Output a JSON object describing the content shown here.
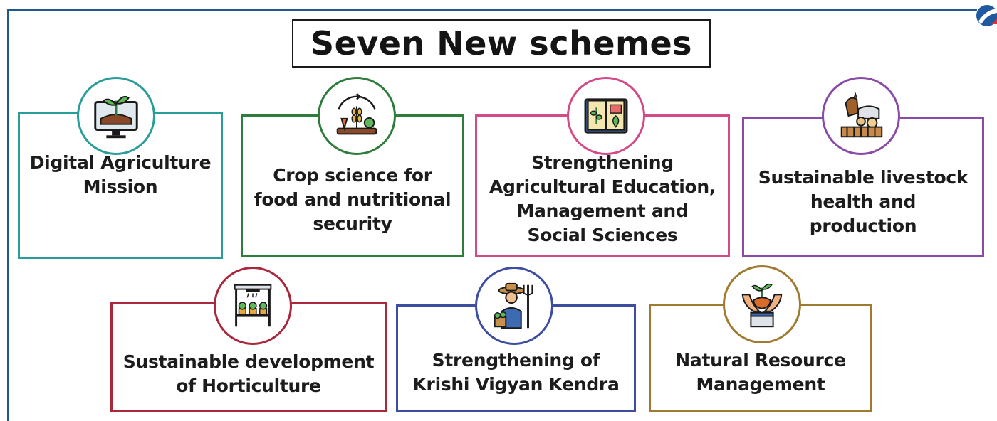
{
  "title": "Seven New schemes",
  "schemes": [
    {
      "label": "Digital Agriculture\nMission",
      "icon": "computer-plant-icon",
      "color": "#2a9d9a"
    },
    {
      "label": "Crop science for\nfood and nutritional\nsecurity",
      "icon": "crop-cycle-icon",
      "color": "#2f7d3c"
    },
    {
      "label": "Strengthening\nAgricultural Education,\nManagement and\nSocial Sciences",
      "icon": "book-icon",
      "color": "#d44a86"
    },
    {
      "label": "Sustainable livestock\nhealth and\nproduction",
      "icon": "livestock-icon",
      "color": "#8a4aa8"
    },
    {
      "label": "Sustainable development\nof Horticulture",
      "icon": "greenhouse-icon",
      "color": "#a8283c"
    },
    {
      "label": "Strengthening of\nKrishi Vigyan Kendra",
      "icon": "farmer-icon",
      "color": "#3d4ea0"
    },
    {
      "label": "Natural Resource\nManagement",
      "icon": "hands-sapling-icon",
      "color": "#a07a30"
    }
  ]
}
